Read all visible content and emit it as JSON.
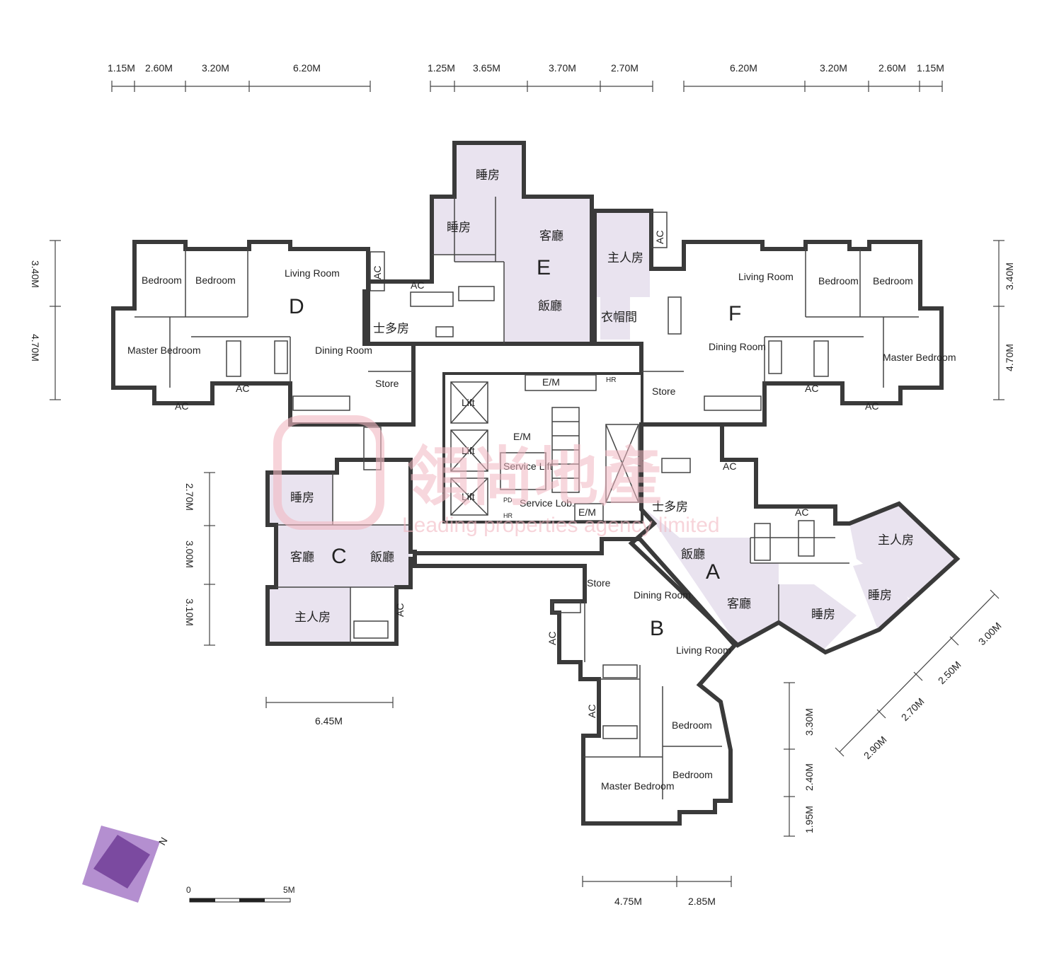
{
  "dimensions": {
    "top_left": [
      "1.15M",
      "2.60M",
      "3.20M",
      "6.20M"
    ],
    "top_center": [
      "1.25M",
      "3.65M",
      "3.70M",
      "2.70M"
    ],
    "top_right": [
      "6.20M",
      "3.20M",
      "2.60M",
      "1.15M"
    ],
    "left_upper": [
      "3.40M",
      "4.70M"
    ],
    "right_upper": [
      "3.40M",
      "4.70M"
    ],
    "left_c": [
      "2.70M",
      "3.00M",
      "3.10M"
    ],
    "bottom_c": "6.45M",
    "right_b": [
      "3.30M",
      "2.40M",
      "1.95M"
    ],
    "bottom_b": [
      "4.75M",
      "2.85M"
    ],
    "diagonal_a": [
      "2.90M",
      "2.70M",
      "2.50M",
      "3.00M"
    ]
  },
  "units": {
    "A": {
      "letter": "A",
      "rooms": [
        "飯廳",
        "客廳",
        "主人房",
        "睡房",
        "士多房"
      ]
    },
    "B": {
      "letter": "B",
      "rooms": [
        "Dining Room",
        "Living Room",
        "Bedroom",
        "Bedroom",
        "Master Bedroom",
        "Store"
      ]
    },
    "C": {
      "letter": "C",
      "rooms": [
        "睡房",
        "客廳",
        "飯廳",
        "主人房"
      ]
    },
    "D": {
      "letter": "D",
      "rooms": [
        "Bedroom",
        "Bedroom",
        "Living Room",
        "Master Bedroom",
        "Dining Room",
        "Store",
        "士多房"
      ]
    },
    "E": {
      "letter": "E",
      "rooms": [
        "睡房",
        "睡房",
        "客廳",
        "飯廳"
      ]
    },
    "F": {
      "letter": "F",
      "rooms": [
        "主人房",
        "衣帽間",
        "Living Room",
        "Bedroom",
        "Bedroom",
        "Dining Room",
        "Master Bedroom",
        "Store"
      ]
    }
  },
  "labels": {
    "ac": "AC",
    "lift": "Lift",
    "em": "E/M",
    "hr": "HR",
    "pd": "PD",
    "service_lift": "Service Lift",
    "service_lobby": "Service Lob.",
    "store": "Store"
  },
  "scale": {
    "start": "0",
    "end": "5M"
  },
  "compass": {
    "north": "N"
  },
  "watermark": {
    "cjk": "領尚地產",
    "en": "Leading properties agency limited"
  },
  "colors": {
    "room_fill": "#e9e3ef",
    "wall": "#3a3a3a",
    "compass": "#7b4aa0",
    "compass_light": "#b48fd0",
    "watermark": "#f2b8c2"
  }
}
